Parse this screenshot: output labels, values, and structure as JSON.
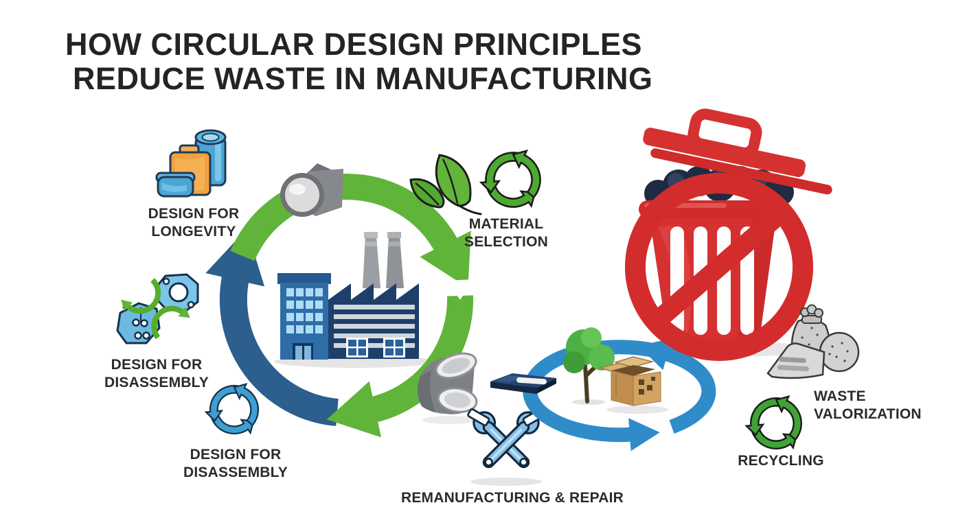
{
  "title": {
    "line1": "HOW CIRCULAR DESIGN PRINCIPLES",
    "line2": "REDUCE WASTE IN MANUFACTURING"
  },
  "diagram": {
    "center_icon": "factory-icon",
    "cycle_steps": [
      {
        "id": "design-for-longevity",
        "line1": "DESIGN FOR",
        "line2": "LONGEVITY",
        "icon": "durable-containers-icon"
      },
      {
        "id": "material-selection",
        "line1": "MATERIAL",
        "line2": "SELECTION",
        "icon": "leaf-and-recycle-icon"
      },
      {
        "id": "design-for-disassembly-parts",
        "line1": "DESIGN FOR",
        "line2": "DISASSEMBLY",
        "icon": "machine-parts-swap-icon"
      },
      {
        "id": "design-for-disassembly-recycle",
        "line1": "DESIGN FOR",
        "line2": "DISASSEMBLY",
        "icon": "blue-recycle-icon"
      },
      {
        "id": "remanufacturing-repair",
        "label": "REMANUFACTURING & REPAIR",
        "icon": "crossed-wrenches-icon"
      },
      {
        "id": "recycling",
        "label": "RECYCLING",
        "icon": "green-recycle-icon"
      },
      {
        "id": "waste-valorization",
        "line1": "WASTE",
        "line2": "VALORIZATION",
        "icon": "gray-materials-icon"
      }
    ],
    "no_waste_symbol": "crossed-out-trash-can-icon",
    "secondary_loop_icons": [
      "tree-icon",
      "cardboard-box-icon",
      "usb-drive-icon"
    ],
    "scrap_icons": [
      "pipe-elbow-icon",
      "pipe-fitting-icon"
    ]
  },
  "colors": {
    "arc_green": "#60b43a",
    "arc_dark_blue": "#2c5e8e",
    "loop_blue": "#2f8cc9",
    "no_waste_red": "#d32c2c",
    "text": "#2b2b2b"
  }
}
